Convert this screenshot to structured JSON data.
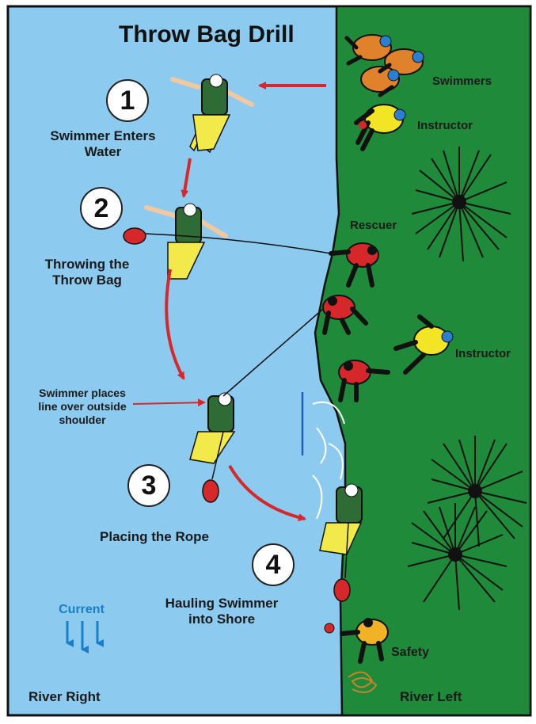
{
  "title": "Throw Bag Drill",
  "steps": [
    {
      "number": "1",
      "label": "Swimmer Enters\nWater"
    },
    {
      "number": "2",
      "label": "Throwing the\nThrow Bag"
    },
    {
      "number": "3",
      "label": "Placing the Rope"
    },
    {
      "number": "4",
      "label": "Hauling Swimmer\ninto Shore"
    }
  ],
  "annotation": "Swimmer places\nline over outside\nshoulder",
  "roles": {
    "swimmers": "Swimmers",
    "instructor_top": "Instructor",
    "rescuer": "Rescuer",
    "instructor_mid": "Instructor",
    "safety": "Safety"
  },
  "current_label": "Current",
  "river_right": "River Right",
  "river_left": "River Left",
  "colors": {
    "water": "#8ccbef",
    "shore": "#1f8a3a",
    "arrow": "#d6282a",
    "current": "#1a7fc8"
  }
}
